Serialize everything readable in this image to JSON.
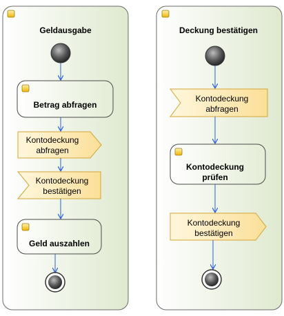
{
  "diagram": {
    "left_activity": {
      "title": "Geldausgabe",
      "actions": [
        "Betrag abfragen",
        "Geld auszahlen"
      ],
      "send_signal": "Kontodeckung abfragen",
      "receive_signal": "Kontodeckung bestätigen"
    },
    "right_activity": {
      "title": "Deckung bestätigen",
      "receive_signal": "Kontodeckung abfragen",
      "action": "Kontodeckung prüfen",
      "send_signal": "Kontodeckung bestätigen"
    },
    "colors": {
      "frame_fill": "#eef5e4",
      "frame_stroke": "#6b6b6b",
      "action_fill": "#f2f7ea",
      "signal_fill": "#fde9b4",
      "signal_stroke": "#d4a436",
      "flow_arrow": "#2a5fd6",
      "node_fill": "#3a3a3a"
    }
  }
}
